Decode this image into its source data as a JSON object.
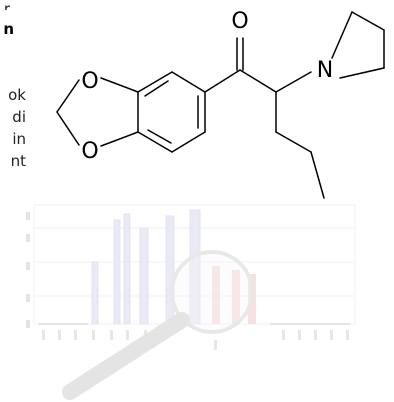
{
  "page": {
    "clipped_text": {
      "top_fragment": "r",
      "bold_fragment": "n",
      "lines": [
        "ok",
        "di",
        "in",
        "nt"
      ]
    }
  },
  "molecule": {
    "atoms": {
      "oxygen_carbonyl": "O",
      "nitrogen": "N",
      "oxygen_ring_top": "O",
      "oxygen_ring_bottom": "O"
    }
  },
  "watermark": {
    "description_hidden": true,
    "colors": {
      "bar_light": "#d9d9ef",
      "bar_red": "#f2c7c7",
      "handle": "#cfcfcf",
      "lens_ring": "#d6d6d6"
    }
  }
}
